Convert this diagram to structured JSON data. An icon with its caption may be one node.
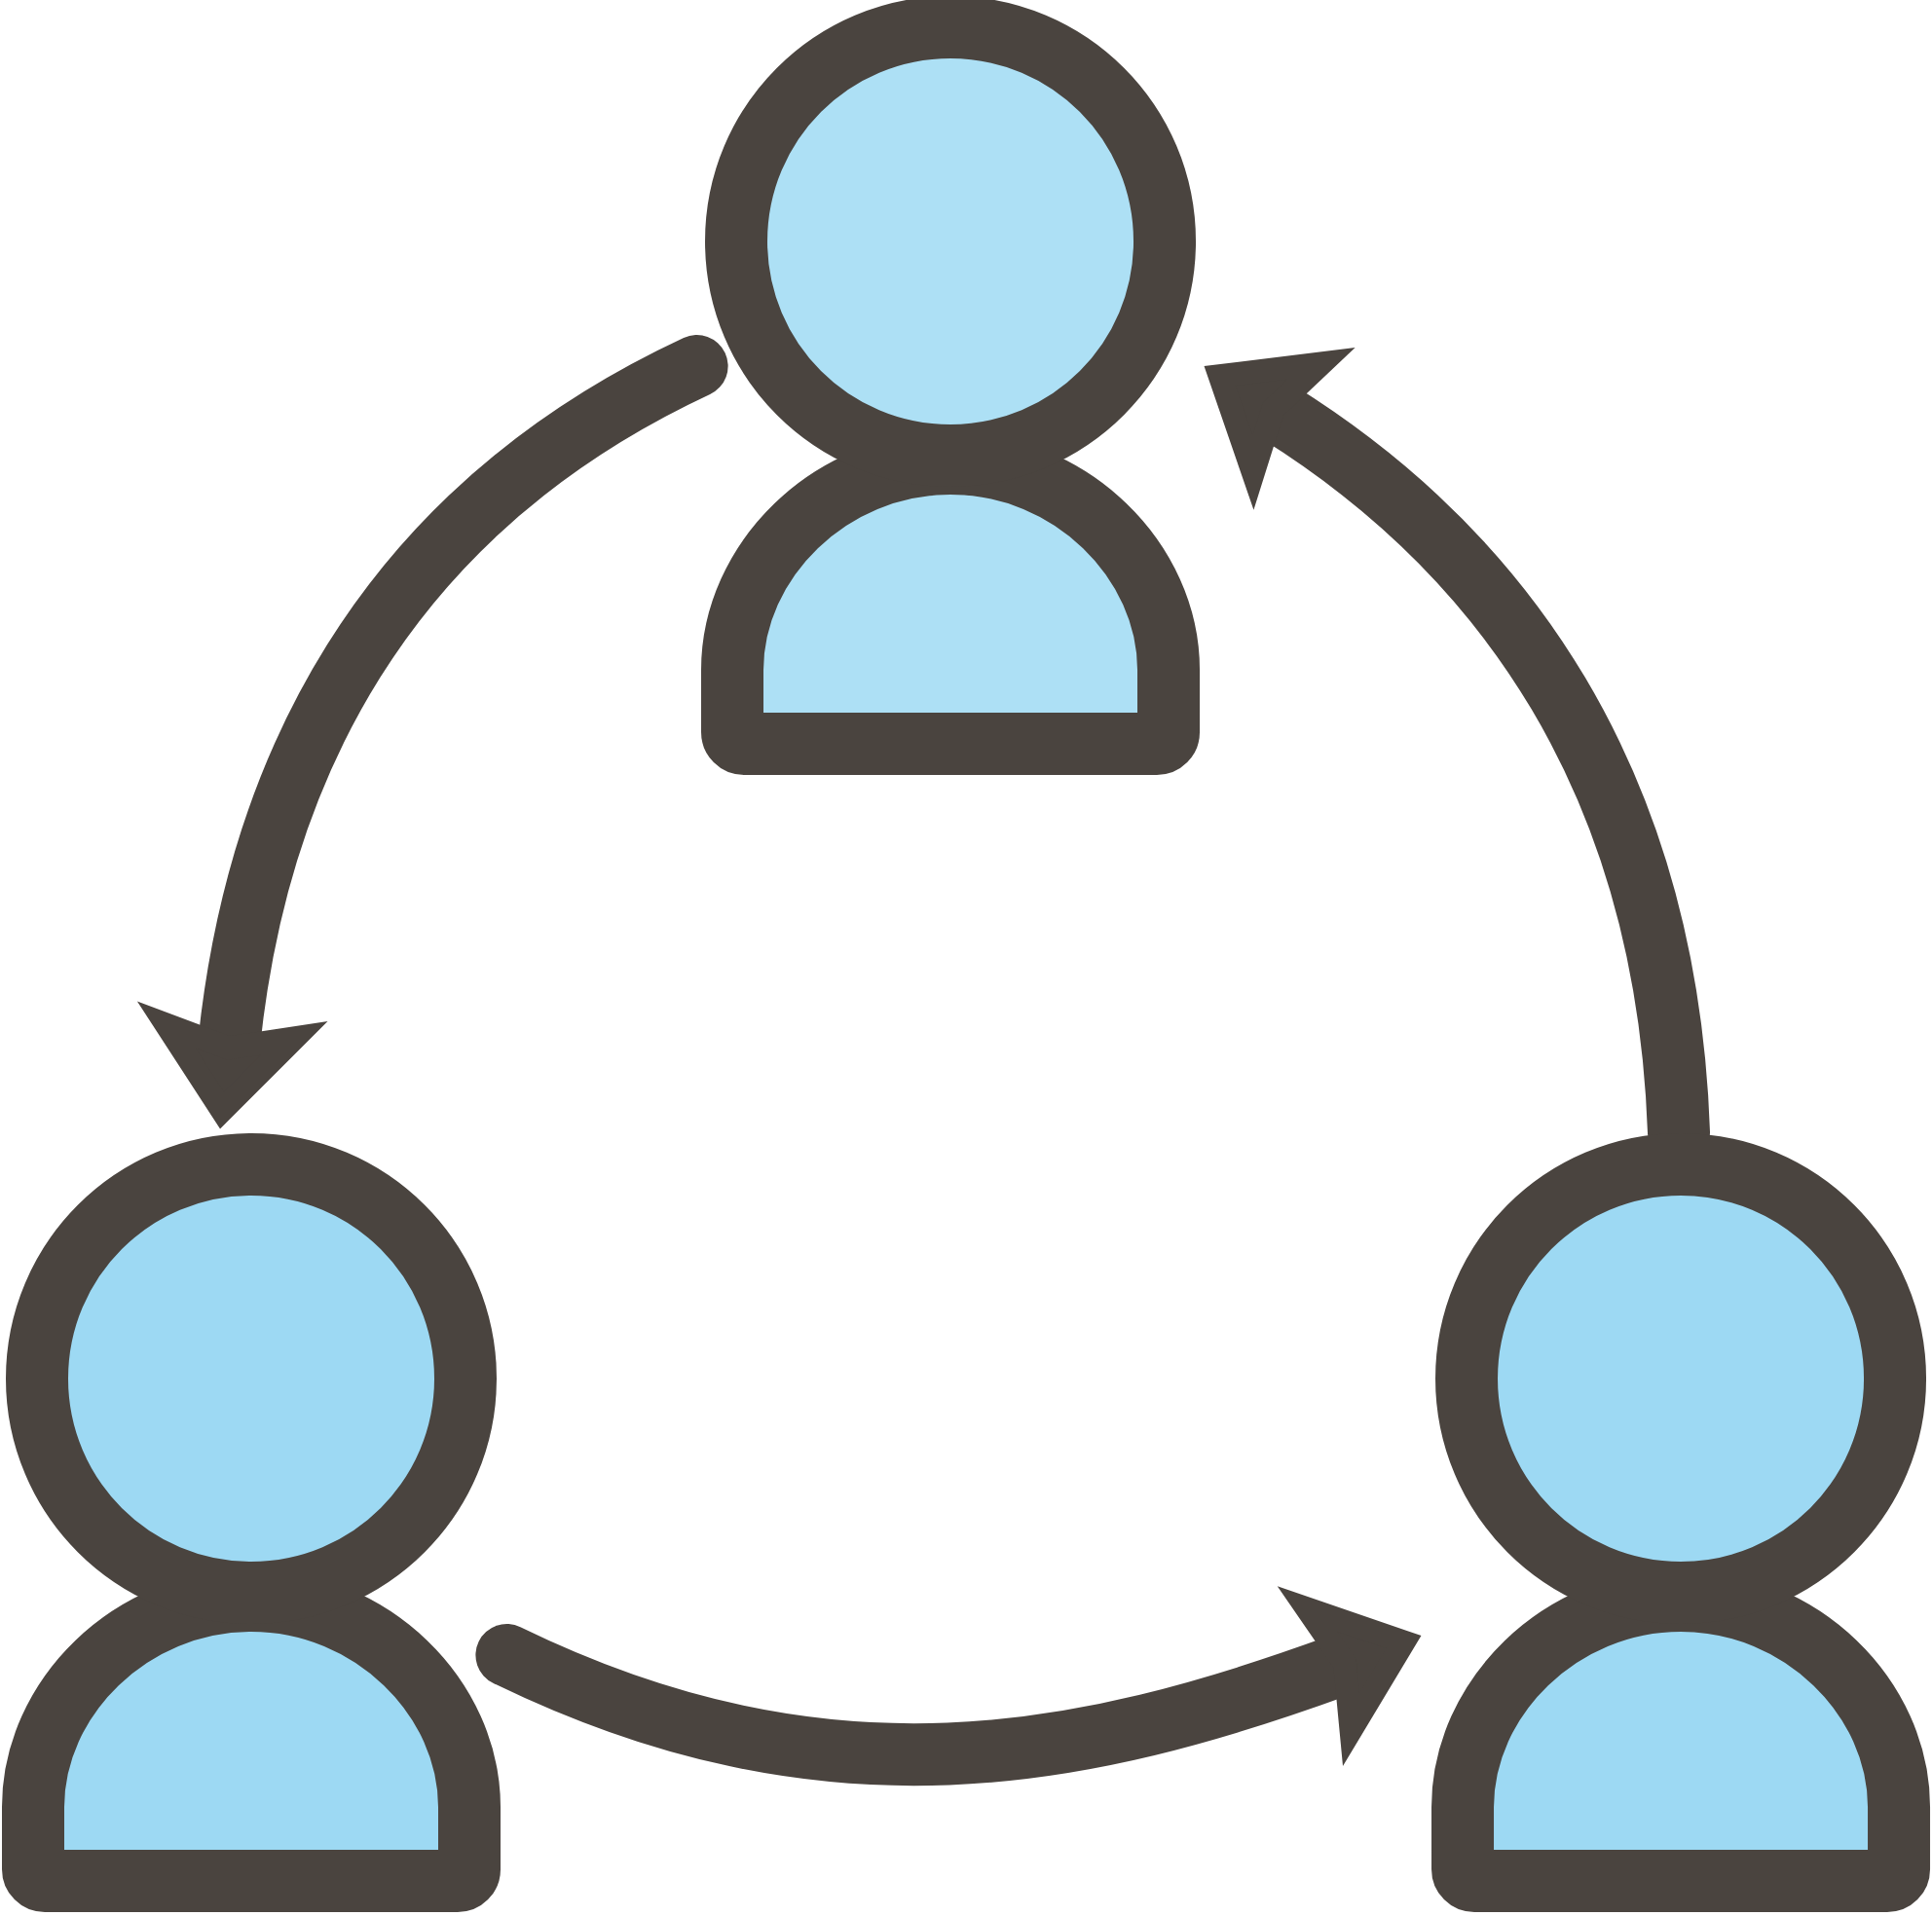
{
  "diagram": {
    "nodes": [
      {
        "text": [],
        "shape": "person"
      },
      {
        "text": [],
        "shape": "person"
      },
      {
        "text": [],
        "shape": "person"
      }
    ],
    "edges": [
      {
        "from": 0,
        "to": 1,
        "arrow": "to"
      },
      {
        "from": 1,
        "to": 2,
        "arrow": "to"
      },
      {
        "from": 2,
        "to": 0,
        "arrow": "to"
      }
    ]
  }
}
